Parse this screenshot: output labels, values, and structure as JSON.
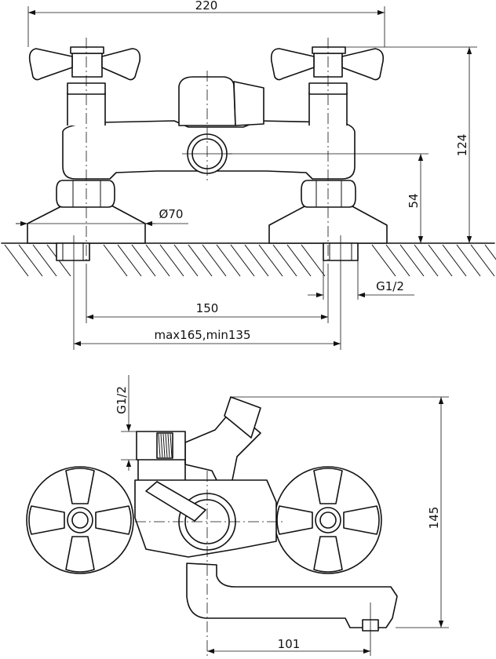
{
  "dimensions": {
    "overall_width": "220",
    "overall_height": "124",
    "outlet_height": "54",
    "flange_diameter": "Ø70",
    "thread_top": "G1/2",
    "center_distance": "150",
    "center_range": "max165,min135",
    "thread_side": "G1/2",
    "side_height": "145",
    "spout_reach": "101"
  }
}
